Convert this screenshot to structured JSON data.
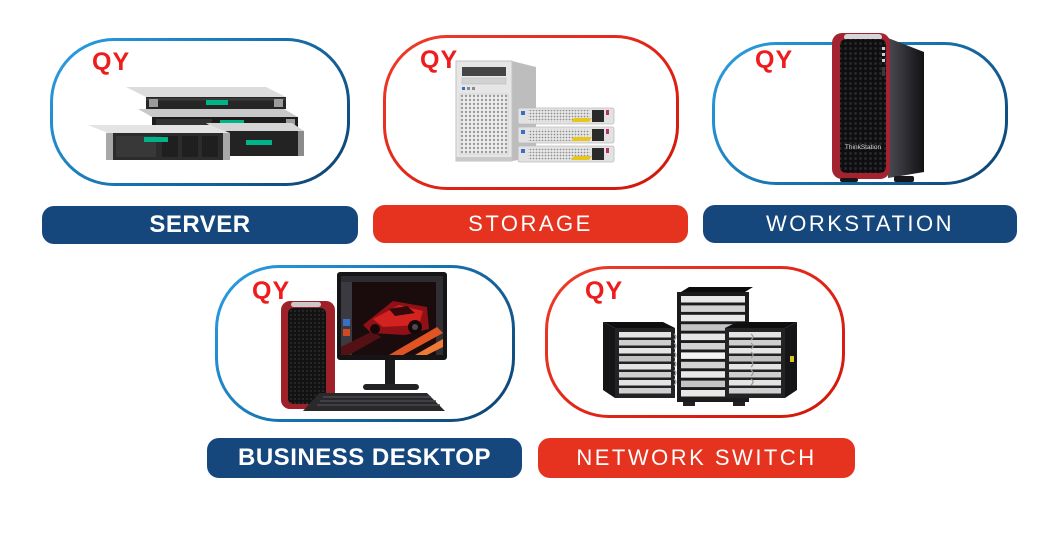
{
  "brand": {
    "logo": "QY",
    "logo_color": "#ee1c1c"
  },
  "colors": {
    "background": "#ffffff",
    "navy_banner": "#15477d",
    "red_banner": "#e5331f",
    "blue_border_light": "#2ba0e4",
    "blue_border_dark": "#0d406f",
    "red_border_light": "#ef3d2a",
    "red_border_dark": "#cf1708",
    "banner_text": "#ffffff",
    "product_accent_green": "#00b388"
  },
  "cards": [
    {
      "id": "server",
      "label": "SERVER",
      "banner_style": "navy",
      "border_style": "blue",
      "image": "rack-servers"
    },
    {
      "id": "storage",
      "label": "STORAGE",
      "banner_style": "red",
      "border_style": "red",
      "image": "tower-server-and-storage-arrays"
    },
    {
      "id": "workstation",
      "label": "WORKSTATION",
      "banner_style": "navy",
      "border_style": "blue",
      "image": "workstation-tower"
    },
    {
      "id": "business-desktop",
      "label": "BUSINESS DESKTOP",
      "banner_style": "navy",
      "border_style": "blue",
      "image": "desktop-tower-monitor-keyboard"
    },
    {
      "id": "network-switch",
      "label": "NETWORK SWITCH",
      "banner_style": "red",
      "border_style": "red",
      "image": "network-switch-chassis"
    }
  ]
}
